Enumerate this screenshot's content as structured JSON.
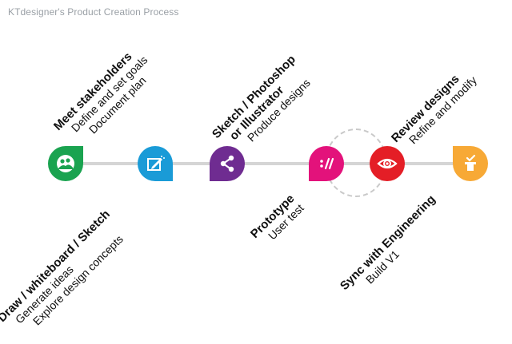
{
  "title": "KTdesigner's Product Creation Process",
  "colors": {
    "green": "#1aa350",
    "blue": "#1a9bd7",
    "purple": "#6f2c91",
    "magenta": "#e3127b",
    "red": "#e41e26",
    "orange": "#f7a936",
    "line": "#d5d5d5"
  },
  "steps": [
    {
      "icon": "people-meeting-icon",
      "heading": "Meet stakeholders",
      "lines": [
        "Define and set goals",
        "Document plan"
      ]
    },
    {
      "icon": "whiteboard-pen-icon",
      "heading": "Draw / whiteboard / Sketch",
      "lines": [
        "Generate ideas",
        "Explore design concepts"
      ]
    },
    {
      "icon": "share-node-icon",
      "heading": "Sketch / Photoshop",
      "heading2": "or Illustrator",
      "lines": [
        "Produce designs"
      ]
    },
    {
      "icon": "axure-prototype-icon",
      "heading": "Prototype",
      "lines": [
        "User test"
      ]
    },
    {
      "icon": "eye-review-icon",
      "heading": "Review designs",
      "lines": [
        "Refine and modify"
      ]
    },
    {
      "icon": "build-check-icon",
      "heading": "Sync with Engineering",
      "lines": [
        "Build V1"
      ]
    }
  ]
}
